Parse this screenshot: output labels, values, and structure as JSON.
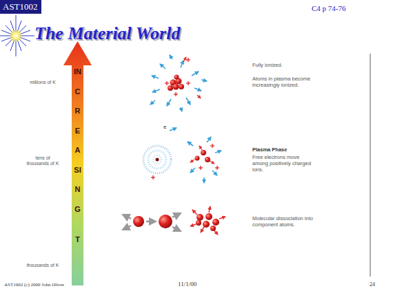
{
  "diagram": {
    "title": "The Material World",
    "nodes": [
      {
        "text": [
          "AST1002"
        ]
      },
      {
        "text": [
          "INCREASING",
          "T"
        ]
      }
    ],
    "labels": [
      "C4 p 74-76",
      "millions of K",
      "tens of thousands of K",
      "thousands of K",
      "Fully ionized.",
      "Atoms in plasma become increasingly ionized.",
      "e",
      "Plasma Phase",
      "Free electrons move among positively charged ions.",
      "Molecular dissociation into component atoms.",
      "AST1002 (c) 2000 John Oliver",
      "11/1/00",
      "24"
    ]
  }
}
